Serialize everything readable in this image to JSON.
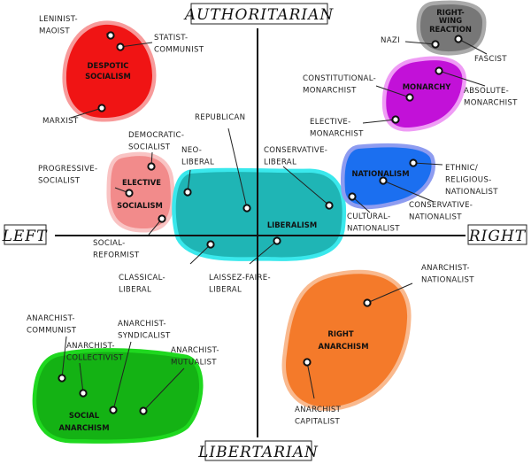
{
  "axes": {
    "top": "AUTHORITARIAN",
    "bottom": "LIBERTARIAN",
    "left": "LEFT",
    "right": "RIGHT"
  },
  "groups": [
    {
      "id": "despotic-socialism",
      "title": [
        "Despotic",
        "Socialism"
      ],
      "color": "#f01414",
      "halo": "#f79a9a",
      "points": [
        {
          "label": [
            "Leninist-",
            "Maoist"
          ]
        },
        {
          "label": [
            "Statist-",
            "Communist"
          ]
        },
        {
          "label": [
            "Marxist"
          ]
        }
      ]
    },
    {
      "id": "elective-socialism",
      "title": [
        "Elective",
        "Socialism"
      ],
      "color": "#f28b8b",
      "halo": "#f9c3c3",
      "points": [
        {
          "label": [
            "Democratic-",
            "Socialist"
          ]
        },
        {
          "label": [
            "Progressive-",
            "Socialist"
          ]
        },
        {
          "label": [
            "Social-",
            "Reformist"
          ]
        }
      ]
    },
    {
      "id": "liberalism",
      "title": [
        "Liberalism"
      ],
      "color": "#1fb5b5",
      "halo": "#3ae8ec",
      "points": [
        {
          "label": [
            "Neo-",
            "Liberal"
          ]
        },
        {
          "label": [
            "Republican"
          ]
        },
        {
          "label": [
            "Conservative-",
            "Liberal"
          ]
        },
        {
          "label": [
            "Classical-",
            "Liberal"
          ]
        },
        {
          "label": [
            "Laissez-Faire-",
            "Liberal"
          ]
        }
      ]
    },
    {
      "id": "nationalism",
      "title": [
        "Nationalism"
      ],
      "color": "#1b6ff0",
      "halo": "#8e9cf0",
      "points": [
        {
          "label": [
            "Ethnic/",
            "Religious-",
            "Nationalist"
          ]
        },
        {
          "label": [
            "Conservative-",
            "Nationalist"
          ]
        },
        {
          "label": [
            "Cultural-",
            "Nationalist"
          ]
        }
      ]
    },
    {
      "id": "monarchy",
      "title": [
        "Monarchy"
      ],
      "color": "#c211d8",
      "halo": "#ef9cf5",
      "points": [
        {
          "label": [
            "Absolute-",
            "Monarchist"
          ]
        },
        {
          "label": [
            "Constitutional-",
            "Monarchist"
          ]
        },
        {
          "label": [
            "Elective-",
            "Monarchist"
          ]
        }
      ]
    },
    {
      "id": "right-wing-reaction",
      "title": [
        "Right-",
        "Wing",
        "Reaction"
      ],
      "color": "#777777",
      "halo": "#aaaaaa",
      "points": [
        {
          "label": [
            "Nazi"
          ]
        },
        {
          "label": [
            "Fascist"
          ]
        }
      ]
    },
    {
      "id": "right-anarchism",
      "title": [
        "Right",
        "Anarchism"
      ],
      "color": "#f47a2a",
      "halo": "#f9b98e",
      "points": [
        {
          "label": [
            "Anarchist-",
            "Nationalist"
          ]
        },
        {
          "label": [
            "Anarchist",
            "Capitalist"
          ]
        }
      ]
    },
    {
      "id": "social-anarchism",
      "title": [
        "Social",
        "Anarchism"
      ],
      "color": "#14b214",
      "halo": "#1fd81f",
      "points": [
        {
          "label": [
            "Anarchist-",
            "Communist"
          ]
        },
        {
          "label": [
            "Anarchist-",
            "Collectivist"
          ]
        },
        {
          "label": [
            "Anarchist-",
            "Syndicalist"
          ]
        },
        {
          "label": [
            "Anarchist-",
            "Mutualist"
          ]
        }
      ]
    }
  ]
}
